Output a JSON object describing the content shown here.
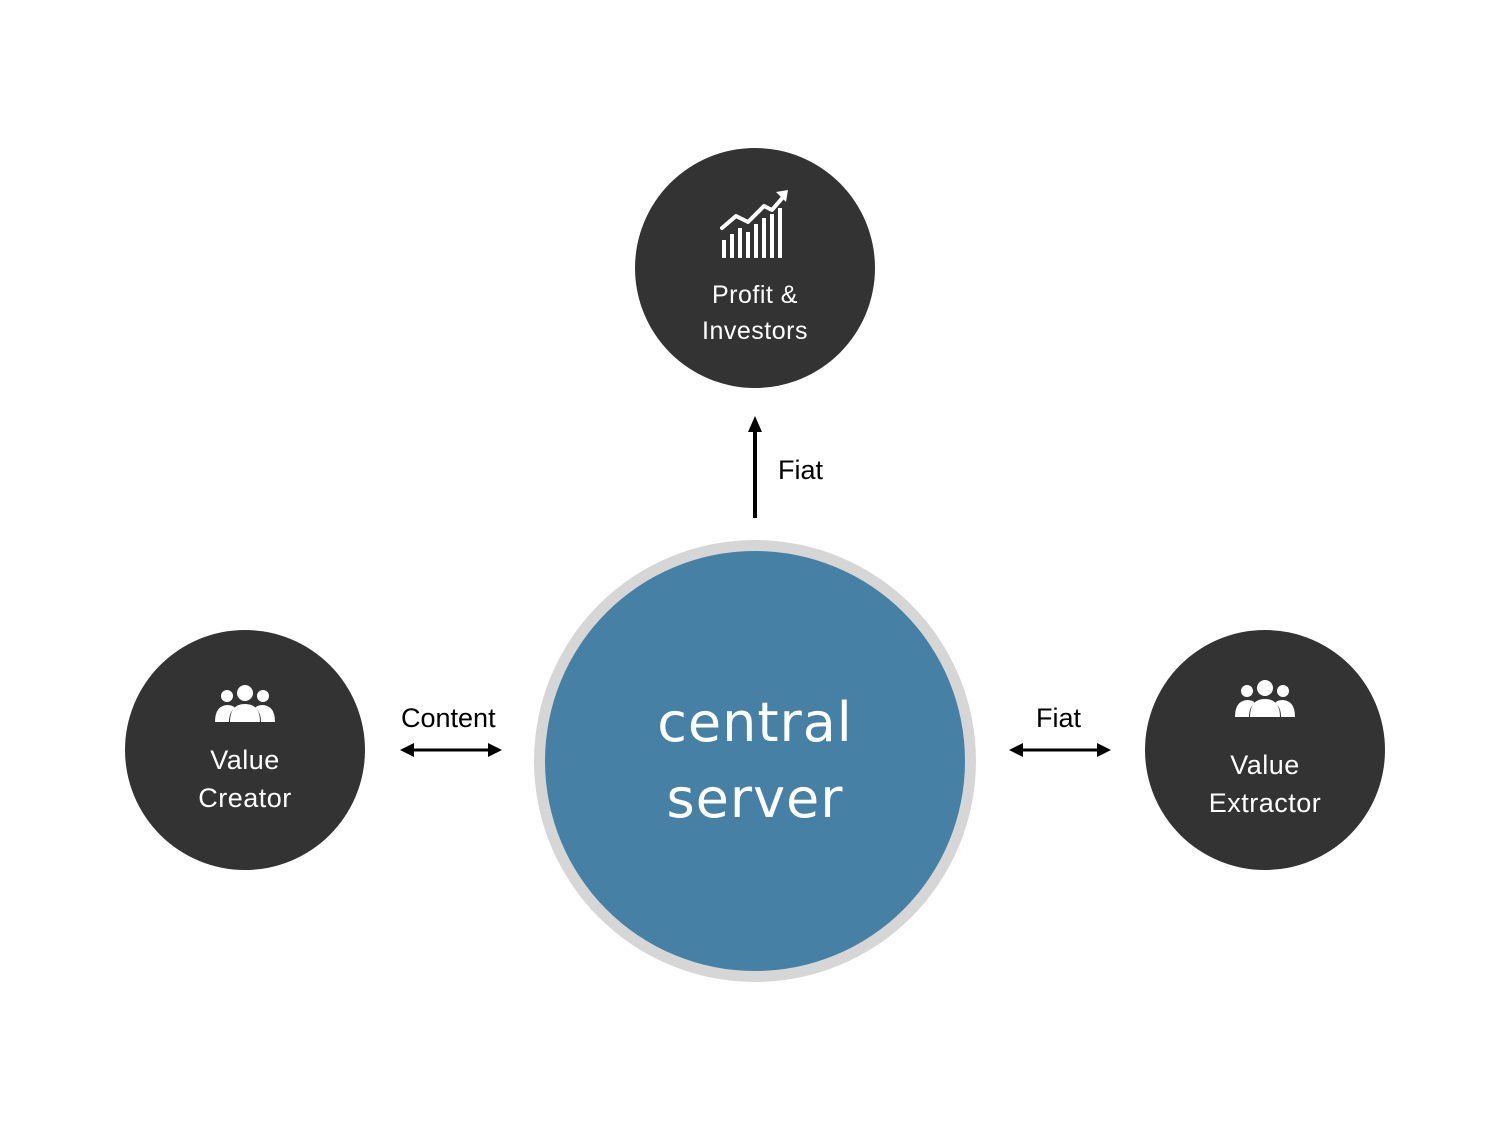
{
  "colors": {
    "node_dark": "#333333",
    "center_fill": "#4680a4",
    "center_ring": "#d6d6d6",
    "arrow": "#000000",
    "text_light": "#ffffff"
  },
  "nodes": {
    "top": {
      "icon": "growth-chart-icon",
      "label_line1": "Profit &",
      "label_line2": "Investors"
    },
    "left": {
      "icon": "people-group-icon",
      "label_line1": "Value",
      "label_line2": "Creator"
    },
    "right": {
      "icon": "people-group-icon",
      "label_line1": "Value",
      "label_line2": "Extractor"
    },
    "center": {
      "label_line1": "central",
      "label_line2": "server"
    }
  },
  "edges": {
    "top": {
      "label": "Fiat",
      "direction": "one-way-up"
    },
    "left": {
      "label": "Content",
      "direction": "two-way"
    },
    "right": {
      "label": "Fiat",
      "direction": "two-way"
    }
  }
}
